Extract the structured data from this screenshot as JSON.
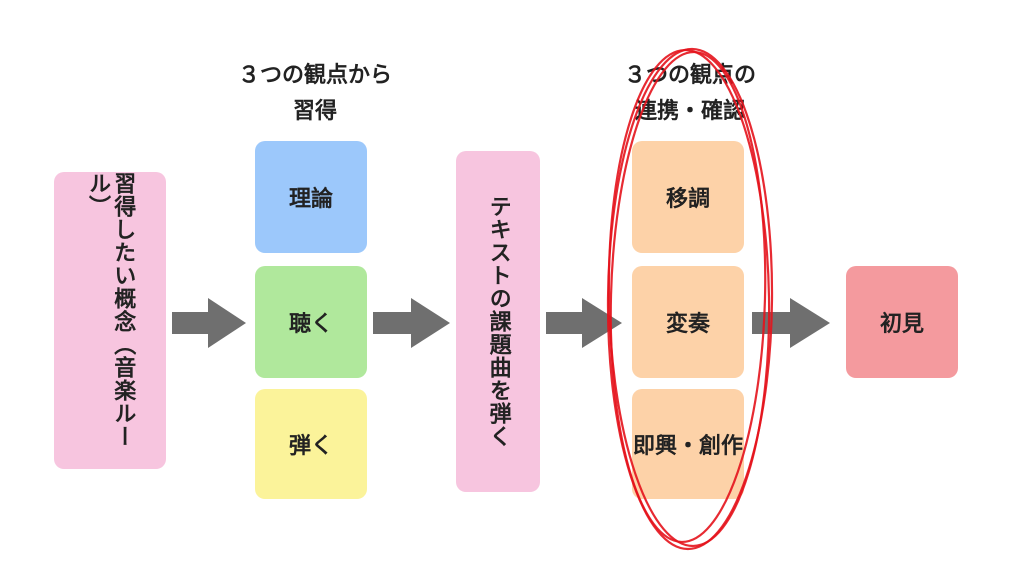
{
  "headings": {
    "left": [
      "３つの観点から",
      "習得"
    ],
    "right": [
      "３つの観点の",
      "連携・確認"
    ]
  },
  "concept_box": {
    "label": "習得したい概念（音楽ルール）",
    "color": "#f7c5df"
  },
  "method_boxes": [
    {
      "label": "理論",
      "color": "#9cc8fb"
    },
    {
      "label": "聴く",
      "color": "#b0e89c"
    },
    {
      "label": "弾く",
      "color": "#fbf39a"
    }
  ],
  "piece_box": {
    "label": "テキストの課題曲を弾く",
    "color": "#f7c5df"
  },
  "link_boxes": [
    {
      "label": "移調",
      "color": "#fdd2a8"
    },
    {
      "label": "変奏",
      "color": "#fdd2a8"
    },
    {
      "label": "即興・創作",
      "color": "#fdd2a8"
    }
  ],
  "result_box": {
    "label": "初見",
    "color": "#f49a9e"
  },
  "colors": {
    "arrow": "#6f6f6f",
    "highlight": "#e4131c"
  }
}
